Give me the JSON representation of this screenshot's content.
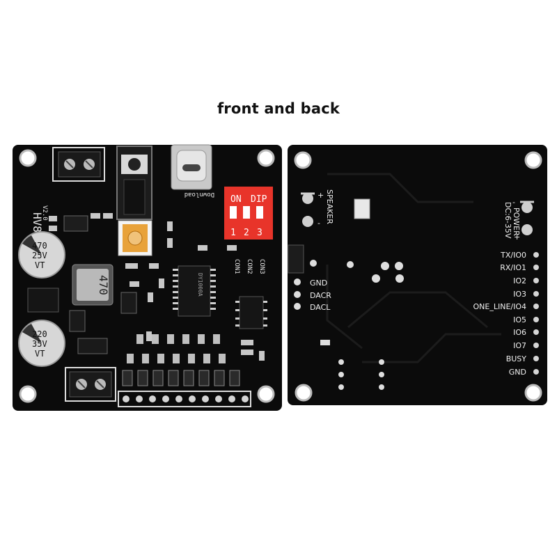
{
  "caption": "front and back",
  "front": {
    "model": "HV8F",
    "version": "V2.0",
    "download_label": "Download",
    "dip_on": "ON",
    "dip_label": "DIP",
    "dip_numbers": [
      "1",
      "2",
      "3"
    ],
    "con_labels": [
      "CON1",
      "CON2",
      "CON3"
    ],
    "cap_top": [
      "470",
      "25V",
      "VT"
    ],
    "cap_bottom": [
      "220",
      "35V",
      "VT"
    ],
    "inductor": "470",
    "chip_text": "DY1000A"
  },
  "back": {
    "speaker": "SPEAKER",
    "power": "POWER",
    "power_range": "DC:6-35V",
    "plus": "+",
    "minus": "-",
    "left_labels": [
      "GND",
      "DACR",
      "DACL"
    ],
    "pins": [
      "TX/IO0",
      "RX/IO1",
      "IO2",
      "IO3",
      "ONE_LINE/IO4",
      "IO5",
      "IO6",
      "IO7",
      "BUSY",
      "GND"
    ]
  },
  "colors": {
    "pcb": "#0b0b0b",
    "dip": "#e8342a",
    "silk": "#e8e8e8",
    "trimmer": "#e8a23a"
  }
}
